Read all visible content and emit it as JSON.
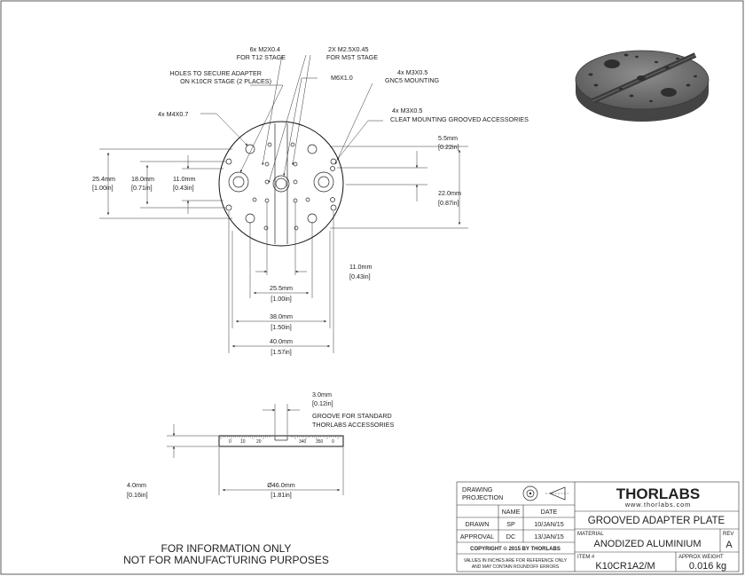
{
  "callouts": {
    "m2": [
      "6x  M2X0.4",
      "FOR T12 STAGE"
    ],
    "m25": [
      "2X M2.5X0.45",
      "FOR MST STAGE"
    ],
    "holes_secure": [
      "HOLES TO SECURE ADAPTER",
      "ON  K10CR  STAGE (2 PLACES)"
    ],
    "m6": [
      "M6X1.0"
    ],
    "m3_gnc": [
      "4x M3X0.5",
      "GNC5 MOUNTING"
    ],
    "m4": [
      "4x M4X0.7"
    ],
    "m3_cleat": [
      "4x  M3X0.5",
      "CLEAT MOUNTING GROOVED ACCESSORIES"
    ]
  },
  "dims": {
    "d25_4_left": [
      "25.4mm",
      "[1.00in]"
    ],
    "d18": [
      "18.0mm",
      "[0.71in]"
    ],
    "d11_left": [
      "11.0mm",
      "[0.43in]"
    ],
    "d5_5": [
      "5.5mm",
      "[0.22in]"
    ],
    "d22": [
      "22.0mm",
      "[0.87in]"
    ],
    "d11_bottom": [
      "11.0mm",
      "[0.43in]"
    ],
    "d25_4_bottom": [
      "25.5mm",
      "[1.00in]"
    ],
    "d38": [
      "38.0mm",
      "[1.50in]"
    ],
    "d40": [
      "40.0mm",
      "[1.57in]"
    ],
    "d3": [
      "3.0mm",
      "[0.12in]"
    ],
    "groove_note": [
      "GROOVE FOR STANDARD",
      "THORLABS ACCESSORIES"
    ],
    "d4": [
      "4.0mm",
      "[0.16in]"
    ],
    "d46": [
      "Ø46.0mm",
      "[1.81in]"
    ]
  },
  "scale_labels": [
    "0",
    "10",
    "20",
    "340",
    "350",
    "0"
  ],
  "notice": [
    "FOR INFORMATION ONLY",
    "NOT FOR MANUFACTURING PURPOSES"
  ],
  "title_block": {
    "drawing_projection": [
      "DRAWING",
      "PROJECTION"
    ],
    "col_name": "NAME",
    "col_date": "DATE",
    "row1_label": "DRAWN",
    "row1_name": "SP",
    "row1_date": "10/JAN/15",
    "row2_label": "APPROVAL",
    "row2_name": "DC",
    "row2_date": "13/JAN/15",
    "copyright": "COPYRIGHT © 2015 BY THORLABS",
    "disclaimer": [
      "VALUES IN  INCHES ARE FOR REFERENCE ONLY",
      "AND MAY CONTAIN ROUNDOFF ERRORS"
    ],
    "logo": "THORLABS",
    "url": "www.thorlabs.com",
    "title": "GROOVED ADAPTER PLATE",
    "material_label": "MATERIAL",
    "material": "ANODIZED ALUMINIUM",
    "rev_label": "REV",
    "rev": "A",
    "item_label": "ITEM #",
    "item": "K10CR1A2/M",
    "weight_label": "APPROX WEIGHT",
    "weight": "0.016 kg"
  }
}
